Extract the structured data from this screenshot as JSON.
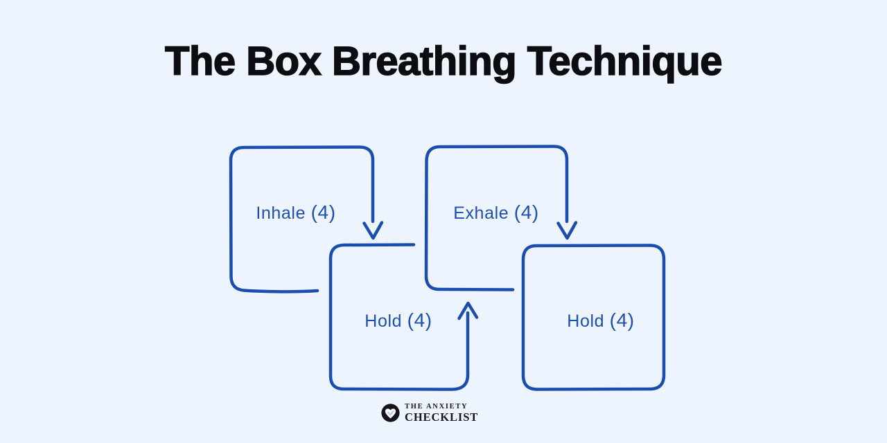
{
  "title": "The Box Breathing Technique",
  "diagram": {
    "steps": [
      {
        "id": "inhale",
        "label": "Inhale",
        "count": "(4)"
      },
      {
        "id": "hold-1",
        "label": "Hold",
        "count": "(4)"
      },
      {
        "id": "exhale",
        "label": "Exhale",
        "count": "(4)"
      },
      {
        "id": "hold-2",
        "label": "Hold",
        "count": "(4)"
      }
    ]
  },
  "colors": {
    "background": "#edf4fd",
    "box_line_blue": "#1a4dad",
    "label_blue": "#1d4fb0",
    "title_black": "#0c0c11",
    "logo_black": "#17171f",
    "logo_check_blue": "#a9cdf0"
  },
  "logo": {
    "line1": "THE ANXIETY",
    "line2": "CHECKLIST",
    "icon": "heart-check-icon"
  }
}
